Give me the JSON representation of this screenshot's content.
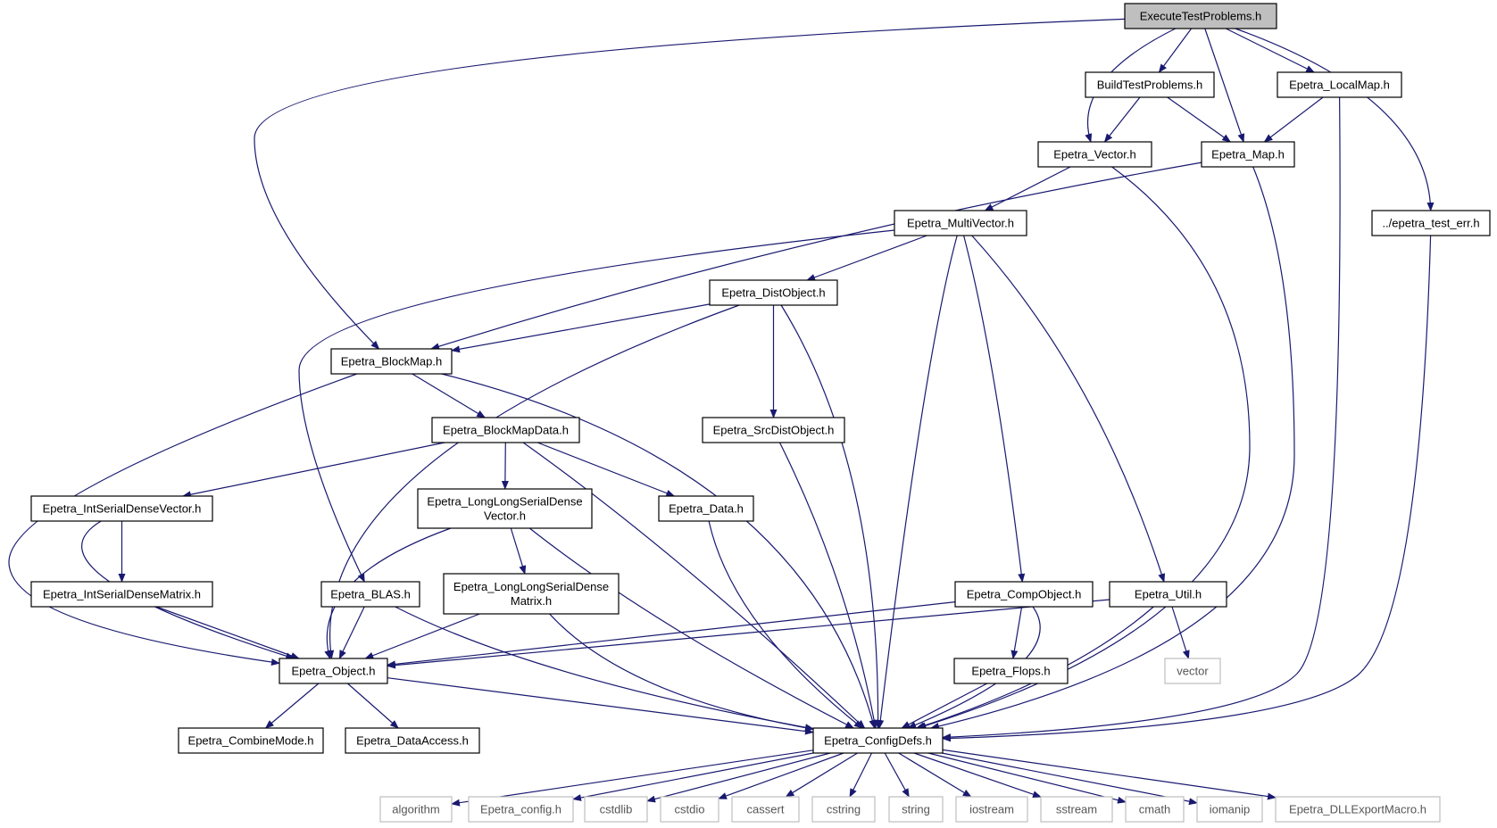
{
  "colors": {
    "edge": "#191970",
    "node_border": "#000000",
    "node_fill": "#ffffff",
    "root_fill": "#bfbfbf",
    "system_border": "#bfbfbf",
    "system_text": "#555555",
    "text": "#000000"
  },
  "nodes": [
    {
      "id": "root",
      "label": "ExecuteTestProblems.h",
      "kind": "root"
    },
    {
      "id": "btp",
      "label": "BuildTestProblems.h",
      "kind": "local"
    },
    {
      "id": "lmap",
      "label": "Epetra_LocalMap.h",
      "kind": "local"
    },
    {
      "id": "vec",
      "label": "Epetra_Vector.h",
      "kind": "local"
    },
    {
      "id": "map",
      "label": "Epetra_Map.h",
      "kind": "local"
    },
    {
      "id": "err",
      "label": "../epetra_test_err.h",
      "kind": "local"
    },
    {
      "id": "mv",
      "label": "Epetra_MultiVector.h",
      "kind": "local"
    },
    {
      "id": "dist",
      "label": "Epetra_DistObject.h",
      "kind": "local"
    },
    {
      "id": "bmap",
      "label": "Epetra_BlockMap.h",
      "kind": "local"
    },
    {
      "id": "bmd",
      "label": "Epetra_BlockMapData.h",
      "kind": "local"
    },
    {
      "id": "src",
      "label": "Epetra_SrcDistObject.h",
      "kind": "local"
    },
    {
      "id": "isdv",
      "label": "Epetra_IntSerialDenseVector.h",
      "kind": "local"
    },
    {
      "id": "llsdv",
      "label": "Epetra_LongLongSerialDense\nVector.h",
      "kind": "local"
    },
    {
      "id": "data",
      "label": "Epetra_Data.h",
      "kind": "local"
    },
    {
      "id": "isdm",
      "label": "Epetra_IntSerialDenseMatrix.h",
      "kind": "local"
    },
    {
      "id": "blas",
      "label": "Epetra_BLAS.h",
      "kind": "local"
    },
    {
      "id": "llsdm",
      "label": "Epetra_LongLongSerialDense\nMatrix.h",
      "kind": "local"
    },
    {
      "id": "comp",
      "label": "Epetra_CompObject.h",
      "kind": "local"
    },
    {
      "id": "util",
      "label": "Epetra_Util.h",
      "kind": "local"
    },
    {
      "id": "object",
      "label": "Epetra_Object.h",
      "kind": "local"
    },
    {
      "id": "flops",
      "label": "Epetra_Flops.h",
      "kind": "local"
    },
    {
      "id": "vector",
      "label": "vector",
      "kind": "system"
    },
    {
      "id": "combine",
      "label": "Epetra_CombineMode.h",
      "kind": "local"
    },
    {
      "id": "access",
      "label": "Epetra_DataAccess.h",
      "kind": "local"
    },
    {
      "id": "config",
      "label": "Epetra_ConfigDefs.h",
      "kind": "local"
    },
    {
      "id": "algorithm",
      "label": "algorithm",
      "kind": "system"
    },
    {
      "id": "epconfig",
      "label": "Epetra_config.h",
      "kind": "system"
    },
    {
      "id": "cstdlib",
      "label": "cstdlib",
      "kind": "system"
    },
    {
      "id": "cstdio",
      "label": "cstdio",
      "kind": "system"
    },
    {
      "id": "cassert",
      "label": "cassert",
      "kind": "system"
    },
    {
      "id": "cstring",
      "label": "cstring",
      "kind": "system"
    },
    {
      "id": "string",
      "label": "string",
      "kind": "system"
    },
    {
      "id": "iostream",
      "label": "iostream",
      "kind": "system"
    },
    {
      "id": "sstream",
      "label": "sstream",
      "kind": "system"
    },
    {
      "id": "cmath",
      "label": "cmath",
      "kind": "system"
    },
    {
      "id": "iomanip",
      "label": "iomanip",
      "kind": "system"
    },
    {
      "id": "dll",
      "label": "Epetra_DLLExportMacro.h",
      "kind": "system"
    }
  ],
  "edges": [
    {
      "from": "root",
      "to": "btp"
    },
    {
      "from": "root",
      "to": "lmap"
    },
    {
      "from": "root",
      "to": "vec"
    },
    {
      "from": "root",
      "to": "map"
    },
    {
      "from": "root",
      "to": "err"
    },
    {
      "from": "root",
      "to": "bmap"
    },
    {
      "from": "btp",
      "to": "vec"
    },
    {
      "from": "btp",
      "to": "map"
    },
    {
      "from": "lmap",
      "to": "map"
    },
    {
      "from": "lmap",
      "to": "config"
    },
    {
      "from": "vec",
      "to": "mv"
    },
    {
      "from": "vec",
      "to": "config"
    },
    {
      "from": "map",
      "to": "bmap"
    },
    {
      "from": "map",
      "to": "config"
    },
    {
      "from": "err",
      "to": "config"
    },
    {
      "from": "mv",
      "to": "dist"
    },
    {
      "from": "mv",
      "to": "blas"
    },
    {
      "from": "mv",
      "to": "comp"
    },
    {
      "from": "mv",
      "to": "util"
    },
    {
      "from": "mv",
      "to": "config"
    },
    {
      "from": "dist",
      "to": "bmap"
    },
    {
      "from": "dist",
      "to": "src"
    },
    {
      "from": "dist",
      "to": "object"
    },
    {
      "from": "dist",
      "to": "config"
    },
    {
      "from": "bmap",
      "to": "bmd"
    },
    {
      "from": "bmap",
      "to": "object"
    },
    {
      "from": "bmap",
      "to": "config"
    },
    {
      "from": "bmd",
      "to": "isdv"
    },
    {
      "from": "bmd",
      "to": "llsdv"
    },
    {
      "from": "bmd",
      "to": "data"
    },
    {
      "from": "bmd",
      "to": "config"
    },
    {
      "from": "src",
      "to": "config"
    },
    {
      "from": "isdv",
      "to": "isdm"
    },
    {
      "from": "isdv",
      "to": "object"
    },
    {
      "from": "llsdv",
      "to": "llsdm"
    },
    {
      "from": "llsdv",
      "to": "object"
    },
    {
      "from": "llsdv",
      "to": "config"
    },
    {
      "from": "data",
      "to": "config"
    },
    {
      "from": "isdm",
      "to": "object"
    },
    {
      "from": "blas",
      "to": "object"
    },
    {
      "from": "blas",
      "to": "config"
    },
    {
      "from": "llsdm",
      "to": "object"
    },
    {
      "from": "llsdm",
      "to": "config"
    },
    {
      "from": "comp",
      "to": "object"
    },
    {
      "from": "comp",
      "to": "flops"
    },
    {
      "from": "comp",
      "to": "config"
    },
    {
      "from": "util",
      "to": "object"
    },
    {
      "from": "util",
      "to": "vector"
    },
    {
      "from": "util",
      "to": "config"
    },
    {
      "from": "object",
      "to": "combine"
    },
    {
      "from": "object",
      "to": "access"
    },
    {
      "from": "object",
      "to": "config"
    },
    {
      "from": "flops",
      "to": "config"
    },
    {
      "from": "config",
      "to": "algorithm"
    },
    {
      "from": "config",
      "to": "epconfig"
    },
    {
      "from": "config",
      "to": "cstdlib"
    },
    {
      "from": "config",
      "to": "cstdio"
    },
    {
      "from": "config",
      "to": "cassert"
    },
    {
      "from": "config",
      "to": "cstring"
    },
    {
      "from": "config",
      "to": "string"
    },
    {
      "from": "config",
      "to": "iostream"
    },
    {
      "from": "config",
      "to": "sstream"
    },
    {
      "from": "config",
      "to": "cmath"
    },
    {
      "from": "config",
      "to": "iomanip"
    },
    {
      "from": "config",
      "to": "dll"
    }
  ]
}
